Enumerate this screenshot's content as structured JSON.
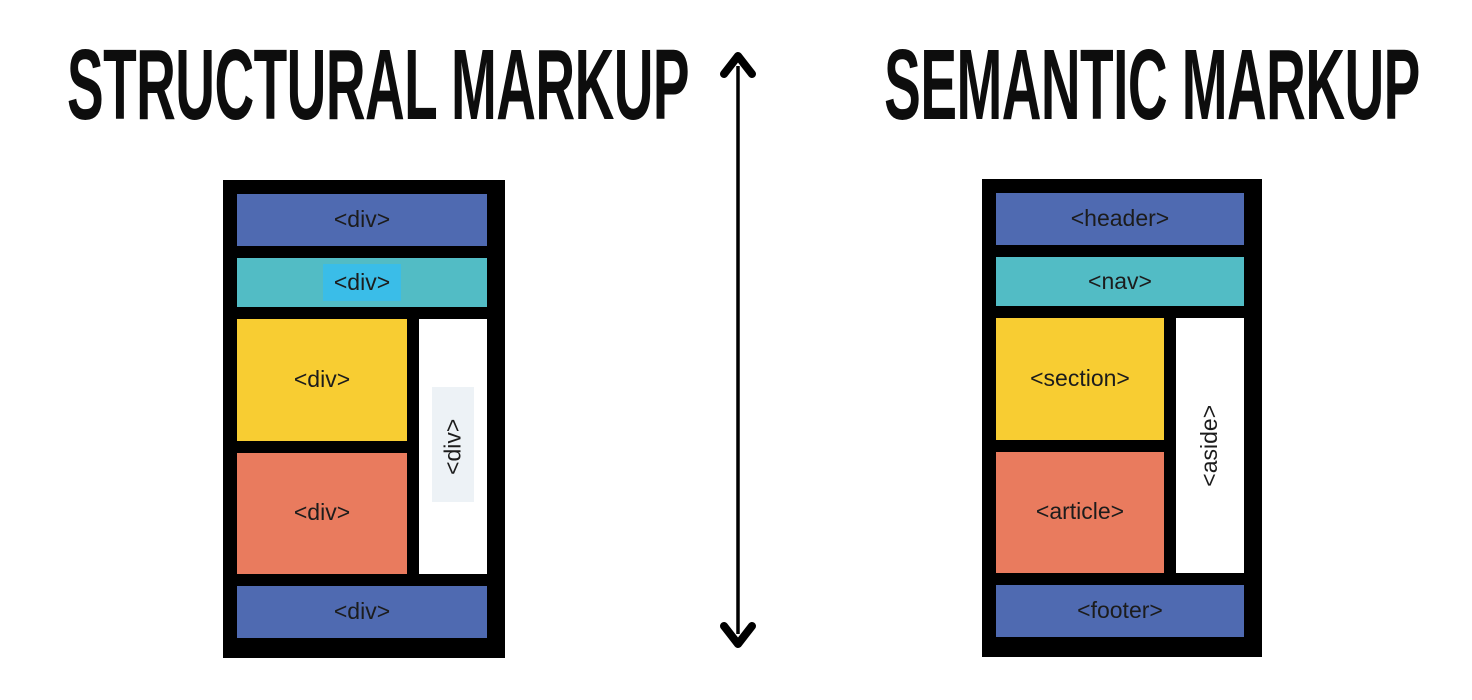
{
  "left_panel": {
    "title": "STRUCTURAL MARKUP",
    "wireframe": {
      "top": "<div>",
      "nav": "<div>",
      "main": "<div>",
      "secondary": "<div>",
      "aside": "<div>",
      "bottom": "<div>"
    }
  },
  "right_panel": {
    "title": "SEMANTIC MARKUP",
    "wireframe": {
      "top": "<header>",
      "nav": "<nav>",
      "main": "<section>",
      "secondary": "<article>",
      "aside": "<aside>",
      "bottom": "<footer>"
    }
  },
  "icons": {
    "divider": "double-headed-vertical-arrow"
  },
  "palette": {
    "block-blue": "#4f6ab1",
    "block-teal": "#52bcc5",
    "block-yellow": "#f8cd32",
    "block-orange": "#e97b5e",
    "block-white": "#ffffff",
    "frame-black": "#000000",
    "nav-highlight": "#3abde8",
    "aside-highlight": "#edf2f6",
    "label-text": "#1c1c1c",
    "title-text": "#0d0d0d"
  }
}
